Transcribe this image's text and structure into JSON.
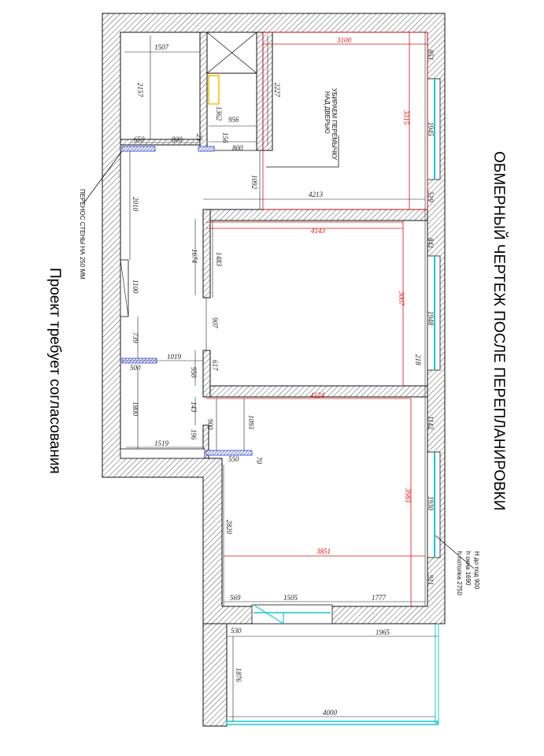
{
  "title": "ОБМЕРНЫЙ ЧЕРТЕЖ ПОСЛЕ ПЕРЕПЛАНИРОВКИ",
  "approval_note": "Проект требует согласования",
  "wall_note": "ПЕРЕНОС СТЕНЫ НА 250 ММ",
  "lintel_note": [
    "УБИРАЕМ ПЕРЕМЫЧКУ",
    "НАД ДВЕРЬЮ"
  ],
  "heights": [
    "H до под 900",
    "h окна 1690",
    "h потолка 2750"
  ],
  "dimensions": {
    "d1507": "1507",
    "d2157": "2157",
    "d1362": "1362",
    "d956": "956",
    "d156": "156",
    "d800a": "800",
    "d800b": "800",
    "d650": "650",
    "d25": "25",
    "d2227": "2227",
    "d1092": "1092",
    "d4213": "4213",
    "d2010": "2010",
    "d1100": "1100",
    "d739": "739",
    "d1019": "1019",
    "d500": "500",
    "d950": "950",
    "d1800": "1800",
    "d143": "143",
    "d900": "900",
    "d196": "196",
    "d1519": "1519",
    "d1674": "1674",
    "d1483": "1483",
    "d907": "907",
    "d617": "617",
    "d1093": "1093",
    "d550": "550",
    "d70": "70",
    "d2820": "2820",
    "d851": "851",
    "d1945": "1945",
    "d519": "519",
    "d841": "841",
    "d1948": "1948",
    "d218": "218",
    "d1142": "1142",
    "d1930": "1930",
    "d911": "911",
    "d569": "569",
    "d1505": "1505",
    "d1777": "1777",
    "d530": "530",
    "d1965": "1965",
    "d1876": "1876",
    "d4000": "4000"
  },
  "red_dimensions": {
    "r3100": "3100",
    "r3315": "3315",
    "r4143": "4143",
    "r3007": "3007",
    "r4124": "4124",
    "r3983": "3983",
    "r3851": "3851"
  },
  "colors": {
    "wall_line": "#111111",
    "hatch": "#555555",
    "red_dim": "#dd1111",
    "window": "#19c6d1",
    "new_wall": "#2a3fd6"
  }
}
